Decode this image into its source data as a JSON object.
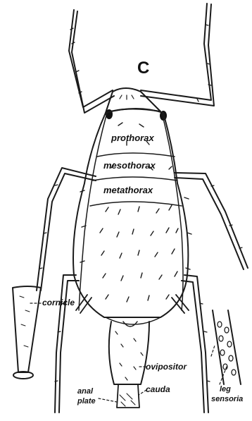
{
  "figure": {
    "panel_letter": "C"
  },
  "labels": {
    "prothorax": "prothorax",
    "mesothorax": "mesothorax",
    "metathorax": "metathorax",
    "cornicle": "cornicle",
    "ovipositor": "ovipositor",
    "cauda": "cauda",
    "anal_plate_line1": "anal",
    "anal_plate_line2": "plate",
    "leg_sensoria_line1": "leg",
    "leg_sensoria_line2": "sensoria"
  }
}
